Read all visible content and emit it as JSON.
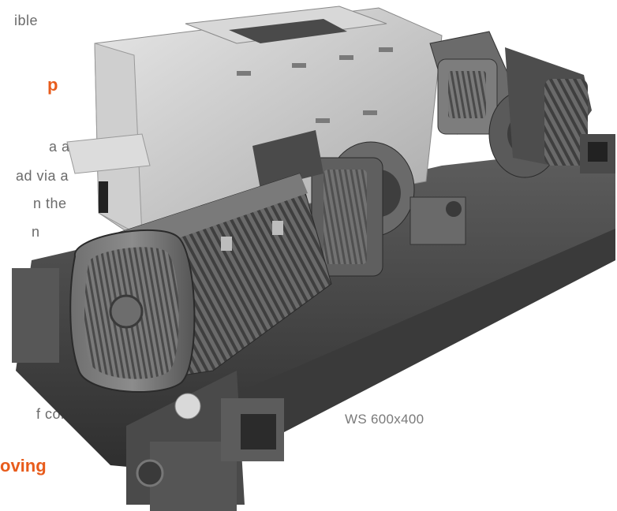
{
  "text_fragments": {
    "line1": "ible",
    "line2": "a a",
    "line3": "ad via a",
    "line4": "n the",
    "line5": "n",
    "line6": "f compa-"
  },
  "headings": {
    "h1": "p",
    "h2": "oving"
  },
  "caption": "WS 600x400",
  "colors": {
    "accent": "#e85c1c",
    "body_text": "#6b6b6b"
  }
}
